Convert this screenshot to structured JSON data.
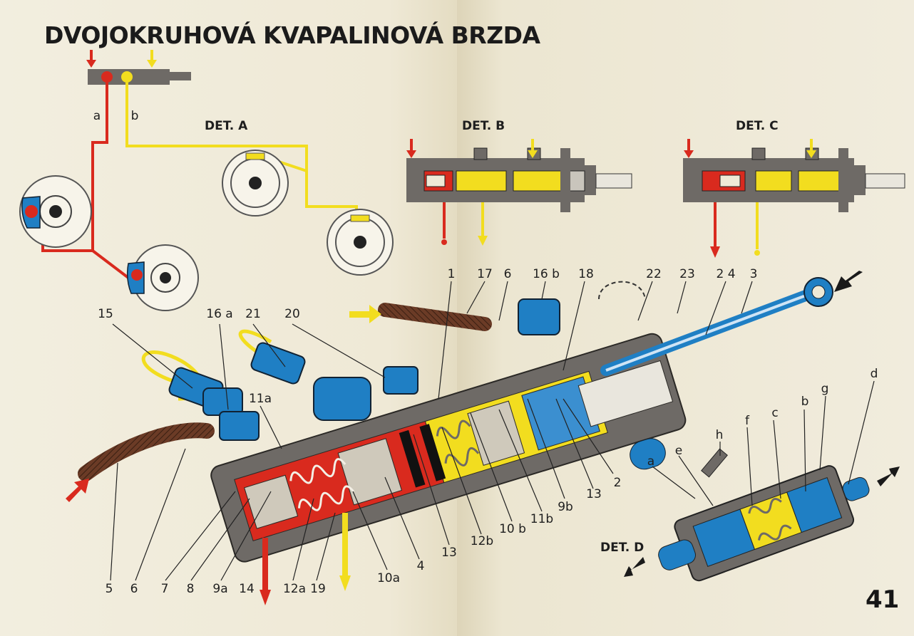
{
  "title": "DVOJOKRUHOVÁ KVAPALINOVÁ BRZDA",
  "page_number": "41",
  "details": {
    "a": "DET. A",
    "b": "DET. B",
    "c": "DET. C",
    "d": "DET. D"
  },
  "circuit_labels": {
    "a": "a",
    "b": "b"
  },
  "part_labels": {
    "l1": "1",
    "l17": "17",
    "l6_top": "6",
    "l16b": "16 b",
    "l18": "18",
    "l22": "22",
    "l23": "23",
    "l24": "2 4",
    "l3": "3",
    "l15": "15",
    "l16a": "16 a",
    "l21": "21",
    "l20": "20",
    "l11a": "11a",
    "l2": "2",
    "l13_right": "13",
    "l9b": "9b",
    "l11b": "11b",
    "l10b": "10 b",
    "l12b": "12b",
    "l13_bottom": "13",
    "l4": "4",
    "l10a": "10a",
    "l5": "5",
    "l6_bottom": "6",
    "l7": "7",
    "l8": "8",
    "l9a": "9a",
    "l14": "14",
    "l12a": "12a",
    "l19": "19"
  },
  "det_d_labels": {
    "h": "h",
    "f": "f",
    "c": "c",
    "b": "b",
    "g": "g",
    "d": "d",
    "a": "a",
    "e": "e"
  },
  "colors": {
    "red_circuit": "#d92a1e",
    "yellow_circuit": "#f2dd1f",
    "blue_body": "#1f7fc4",
    "gray_body": "#6e6a66",
    "hose_brown": "#5a3524",
    "paper": "#efe9d6"
  }
}
